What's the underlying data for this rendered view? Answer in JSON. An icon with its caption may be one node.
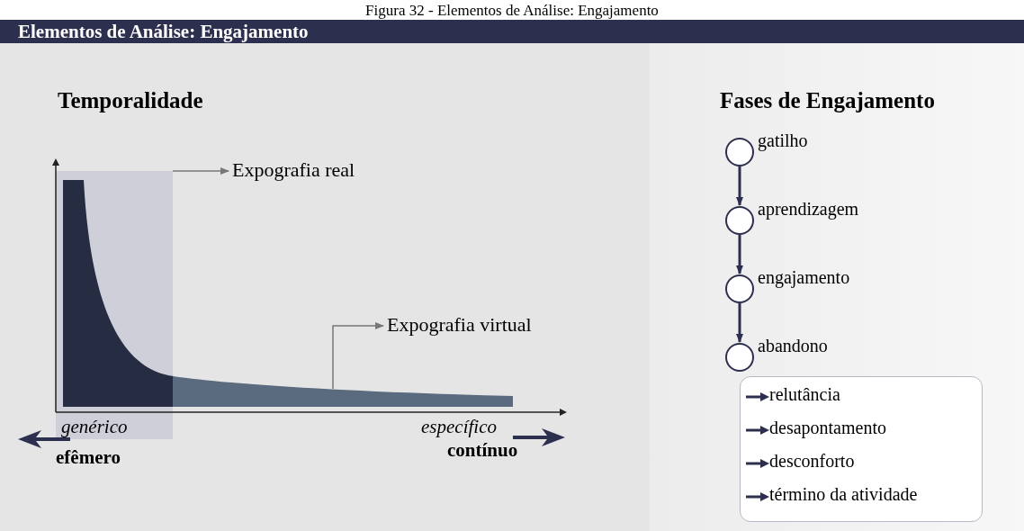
{
  "diagram": {
    "title": "Elementos de Análise: Engajamento",
    "caption": "Figura 32 - Elementos de Análise: Engajamento",
    "nodes": [
      {
        "text": [
          "Temporalidade"
        ]
      },
      {
        "text": [
          "Fases de Engajamento"
        ]
      },
      {
        "text": [
          "Expografia real"
        ],
        "in": 0
      },
      {
        "text": [],
        "shape": "box",
        "in": 0
      },
      {
        "text": [
          "Expografia virtual"
        ],
        "in": 0
      },
      {
        "text": [],
        "shape": "area",
        "in": 0
      },
      {
        "text": [],
        "shape": "circle",
        "beside": [
          "gatilho"
        ],
        "in": 1
      },
      {
        "text": [],
        "shape": "circle",
        "beside": [
          "aprendizagem"
        ],
        "in": 1
      },
      {
        "text": [],
        "shape": "circle",
        "beside": [
          "engajamento"
        ],
        "in": 1
      },
      {
        "text": [],
        "shape": "circle",
        "beside": [
          "abandono"
        ],
        "in": 1
      },
      {
        "text": [
          "relutância",
          "desapontamento",
          "desconforto",
          "término da atividade"
        ],
        "in": 1
      }
    ],
    "edges": [
      {
        "from": 3,
        "to": 2,
        "arrow": "to"
      },
      {
        "from": 5,
        "to": 4,
        "arrow": "to"
      },
      {
        "from": 6,
        "to": 7,
        "arrow": "to"
      },
      {
        "from": 7,
        "to": 8,
        "arrow": "to"
      },
      {
        "from": 8,
        "to": 9,
        "arrow": "to"
      }
    ],
    "labels": [
      "genérico",
      "específico",
      "efêmero",
      "contínuo"
    ]
  }
}
